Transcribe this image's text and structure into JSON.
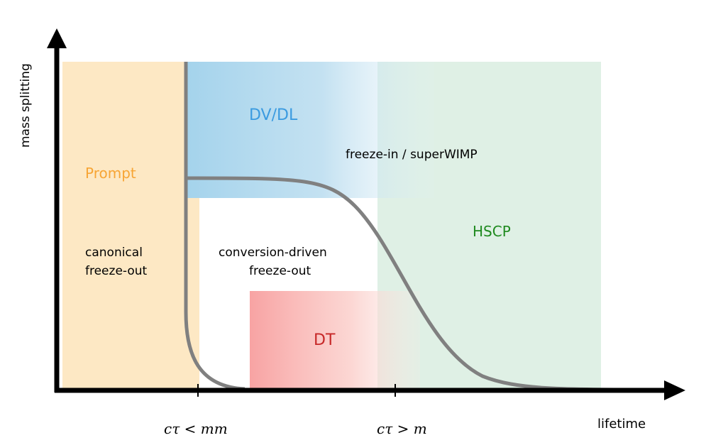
{
  "axes": {
    "x_label": "lifetime",
    "y_label": "mass splitting",
    "x_ticks": [
      "cτ < mm",
      "cτ > m"
    ]
  },
  "regions": {
    "prompt": {
      "label": "Prompt",
      "color": "#f7a535",
      "fill": "#fde8c4"
    },
    "dvdl": {
      "label": "DV/DL",
      "color": "#3b9be0",
      "fill": "#a9d6ee"
    },
    "hscp": {
      "label": "HSCP",
      "color": "#1f8a1f",
      "fill": "#dff0e5"
    },
    "dt": {
      "label": "DT",
      "color": "#c72828",
      "fill": "#f7a8a8"
    }
  },
  "mechanisms": {
    "canonical_line1": "canonical",
    "canonical_line2": "freeze-out",
    "conversion_line1": "conversion-driven",
    "conversion_line2": "freeze-out",
    "freeze_in": "freeze-in / superWIMP"
  },
  "colors": {
    "boundary": "#808080",
    "axis": "#000000",
    "text": "#000000"
  }
}
